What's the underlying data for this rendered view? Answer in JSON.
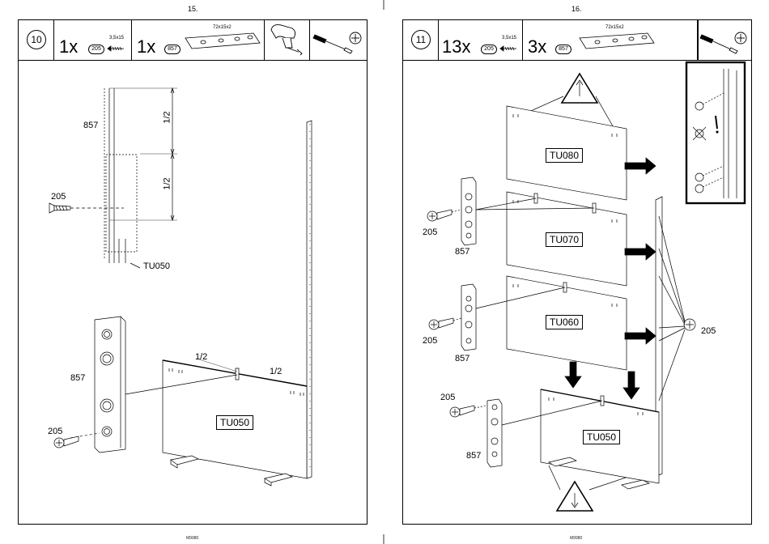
{
  "left": {
    "page_number": "15.",
    "step": "10",
    "qty_screw": "1x",
    "screw_code": "205",
    "screw_dim": "3,5x15",
    "qty_plate": "1x",
    "plate_code": "857",
    "plate_dim": "72x15x2",
    "callouts": {
      "plate": "857",
      "screw": "205",
      "panel": "TU050",
      "half": "1/2"
    },
    "panel_box": "TU050",
    "footer": "M9980"
  },
  "right": {
    "page_number": "16.",
    "step": "11",
    "qty_screw": "13x",
    "screw_code": "205",
    "screw_dim": "3,5x15",
    "qty_plate": "3x",
    "plate_code": "857",
    "plate_dim": "72x15x2",
    "panels": [
      "TU080",
      "TU070",
      "TU060",
      "TU050"
    ],
    "callouts": {
      "screw": "205",
      "plate": "857"
    },
    "footer": "M9980"
  }
}
